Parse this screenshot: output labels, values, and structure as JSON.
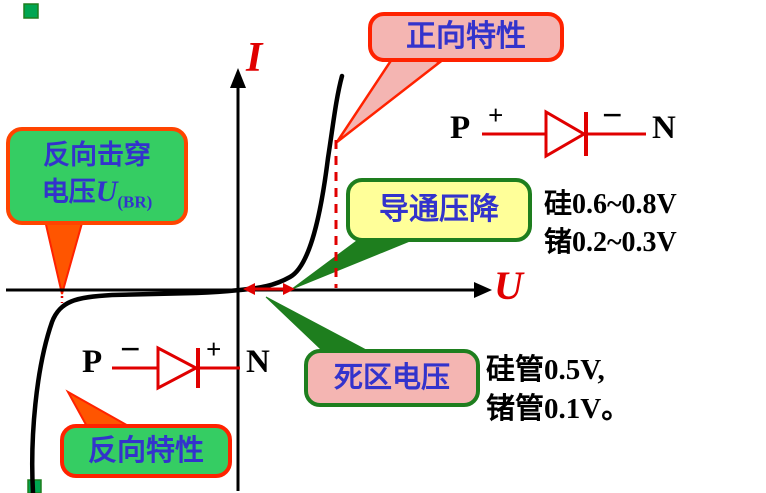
{
  "axes": {
    "i": "I",
    "u": "U"
  },
  "callouts": {
    "forward": "正向特性",
    "breakdown_line1": "反向击穿",
    "breakdown_line2_prefix": "电压",
    "breakdown_symbol": "U",
    "breakdown_sub": "(BR)",
    "conduction": "导通压降",
    "deadzone": "死区电压",
    "reverse": "反向特性"
  },
  "annotations": {
    "conduction_si": "硅0.6~0.8V",
    "conduction_ge": "锗0.2~0.3V",
    "deadzone_si": "硅管0.5V,",
    "deadzone_ge": "锗管0.1V。"
  },
  "diode_forward": {
    "p": "P",
    "polarity_left": "+",
    "polarity_right": "−",
    "n": "N"
  },
  "diode_reverse": {
    "p": "P",
    "polarity_left": "−",
    "polarity_right": "+",
    "n": "N"
  },
  "colors": {
    "accent_red": "#FF2200",
    "text_blue": "#3333CC",
    "box_pink": "#F4B5B2",
    "box_green": "#35CD63",
    "box_yellow": "#FFFF99",
    "border_green": "#1E7E1E",
    "tail_orange": "#FF5500"
  }
}
